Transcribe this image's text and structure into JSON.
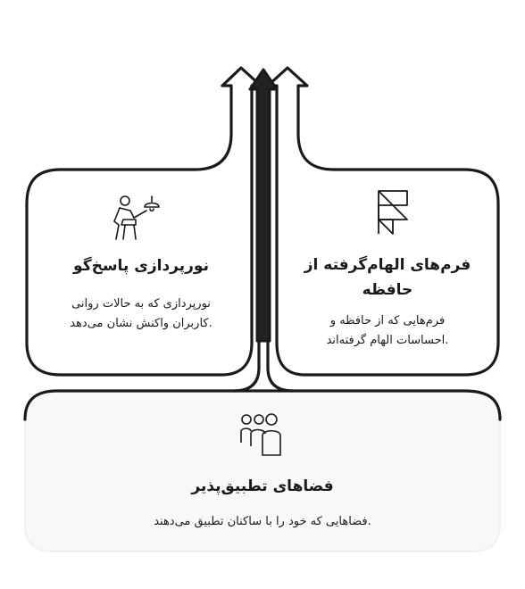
{
  "cards": {
    "left": {
      "title": "نورپردازی پاسخ‌گو",
      "desc_line1": "نورپردازی که به حالات روانی",
      "desc_line2": ".کاربران واکنش نشان می‌دهد",
      "icon": "person-with-lamp-icon"
    },
    "right": {
      "title_line1": "فرم‌های الهام‌گرفته از",
      "title_line2": "حافظه",
      "desc_line1": "فرم‌هایی که از حافظه و",
      "desc_line2": ".احساسات الهام گرفته‌اند",
      "icon": "framer-logo-icon"
    },
    "bottom": {
      "title": "فضاهای تطبیق‌پذیر",
      "desc": ".فضاهایی که خود را با ساکنان تطبیق می‌دهند",
      "icon": "people-group-icon"
    }
  },
  "colors": {
    "stroke": "#1a1a1a",
    "card_fill": "#ffffff",
    "bottom_fill": "#f7f7f7",
    "arrow_fill": "#222222"
  }
}
